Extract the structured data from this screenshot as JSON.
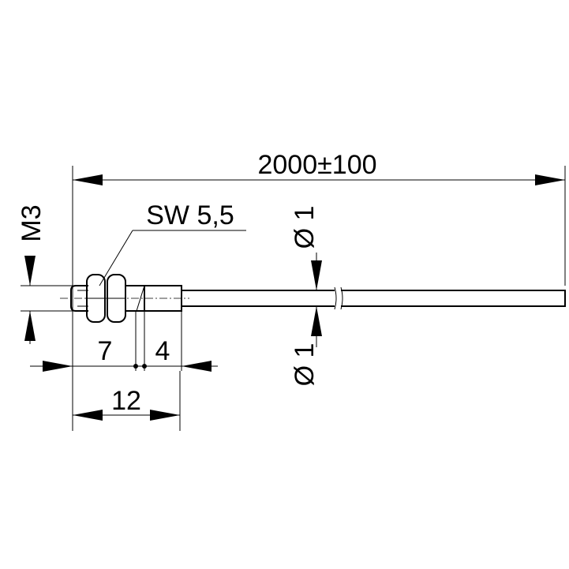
{
  "dimensions": {
    "total_length": "2000±100",
    "thread": "M3",
    "wrench_size": "SW 5,5",
    "fiber_diameter_top": "Ø 1",
    "fiber_diameter_bottom": "Ø 1",
    "thread_length": "7",
    "ferrule_length": "4",
    "head_length": "12"
  }
}
